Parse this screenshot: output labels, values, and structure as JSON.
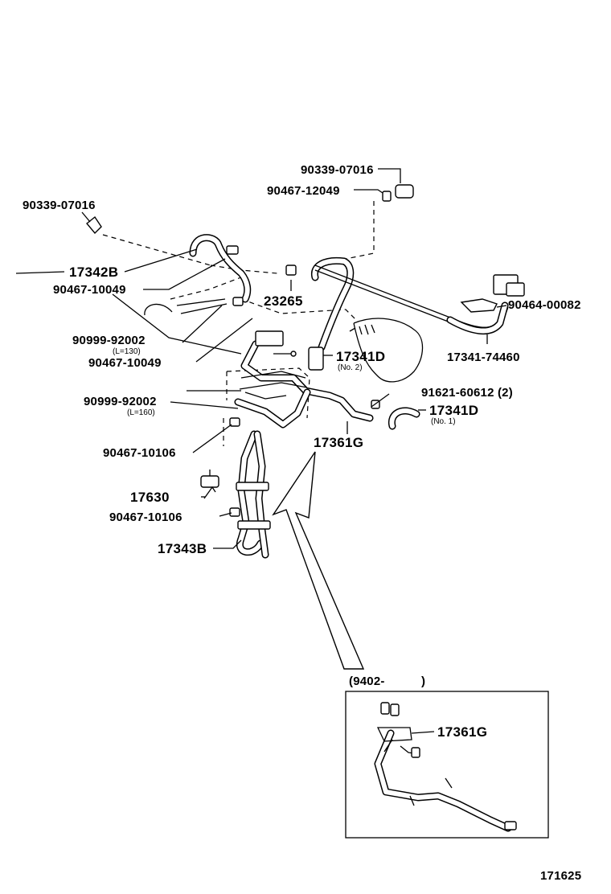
{
  "labels": {
    "p_90339_top": "90339-07016",
    "p_90467_12049": "90467-12049",
    "p_90339_left": "90339-07016",
    "p_17342B": "17342B",
    "p_90467_10049_a": "90467-10049",
    "p_23265": "23265",
    "p_90464_00082": "90464-00082",
    "p_90999_92002_a": "90999-92002",
    "p_note_L130": "(L=130)",
    "p_17341D_no2": "17341D",
    "p_note_no2": "(No. 2)",
    "p_17341_74460": "17341-74460",
    "p_90467_10049_b": "90467-10049",
    "p_91621_60612": "91621-60612 (2)",
    "p_90999_92002_b": "90999-92002",
    "p_note_L160": "(L=160)",
    "p_17341D_no1": "17341D",
    "p_note_no1": "(No. 1)",
    "p_17361G": "17361G",
    "p_90467_10106_a": "90467-10106",
    "p_17630": "17630",
    "p_90467_10106_b": "90467-10106",
    "p_17343B": "17343B",
    "inset_date": "(9402-",
    "inset_close": ")",
    "inset_17361G": "17361G",
    "figure_number": "171625"
  }
}
